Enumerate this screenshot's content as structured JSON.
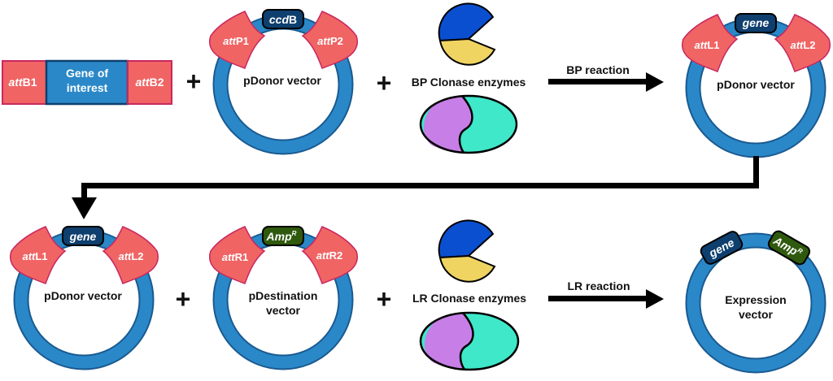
{
  "colors": {
    "plasmid_ring": "#2a88c8",
    "plasmid_ring_border": "#1a5a90",
    "att_site": "#f06464",
    "att_site_border": "#c82860",
    "gene_box": "#0e3f6e",
    "amp_box": "#2f5a0e",
    "enzyme_blue": "#0a4fd0",
    "enzyme_yellow": "#f0d462",
    "enzyme_purple": "#c77ee6",
    "enzyme_teal": "#3ee8c8",
    "gene_of_interest": "#2a88c8"
  },
  "insert": {
    "left_site": {
      "italic": "att",
      "rest": "B1"
    },
    "gene_line1": "Gene of",
    "gene_line2": "interest",
    "right_site": {
      "italic": "att",
      "rest": "B2"
    }
  },
  "plus": "+",
  "donor_vector": {
    "label": "pDonor vector",
    "cassette": {
      "italic": "ccd",
      "rest": "B"
    },
    "left_site": {
      "italic": "att",
      "rest": "P1"
    },
    "right_site": {
      "italic": "att",
      "rest": "P2"
    }
  },
  "bp_enzymes": {
    "label": "BP Clonase enzymes"
  },
  "bp_reaction": {
    "label": "BP reaction"
  },
  "entry_vector_top": {
    "label": "pDonor vector",
    "cassette": "gene",
    "left_site": {
      "italic": "att",
      "rest": "L1"
    },
    "right_site": {
      "italic": "att",
      "rest": "L2"
    }
  },
  "entry_vector_bottom": {
    "label": "pDonor vector",
    "cassette": "gene",
    "left_site": {
      "italic": "att",
      "rest": "L1"
    },
    "right_site": {
      "italic": "att",
      "rest": "L2"
    }
  },
  "destination_vector": {
    "label_line1": "pDestination",
    "label_line2": "vector",
    "cassette": {
      "main": "Amp",
      "sup": "R"
    },
    "left_site": {
      "italic": "att",
      "rest": "R1"
    },
    "right_site": {
      "italic": "att",
      "rest": "R2"
    }
  },
  "lr_enzymes": {
    "label": "LR Clonase enzymes"
  },
  "lr_reaction": {
    "label": "LR reaction"
  },
  "expression_vector": {
    "label_line1": "Expression",
    "label_line2": "vector",
    "gene": "gene",
    "marker": {
      "main": "Amp",
      "sup": "R"
    }
  }
}
